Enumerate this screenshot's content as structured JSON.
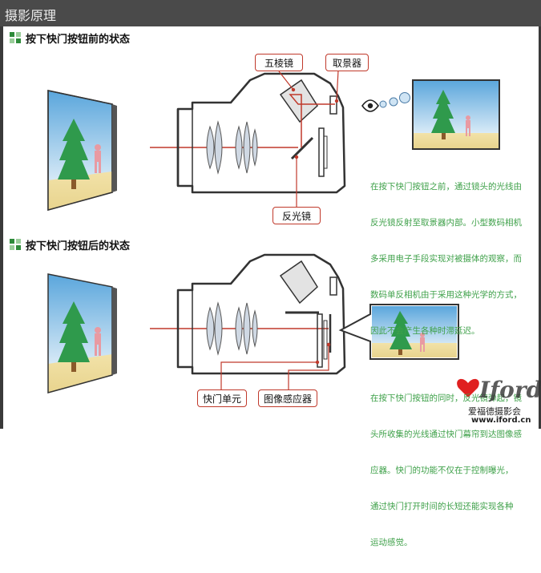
{
  "header": {
    "title": "摄影原理"
  },
  "section_before": {
    "heading": "按下快门按钮前的状态",
    "labels": {
      "pentaprism": "五棱镜",
      "viewfinder": "取景器",
      "reflex_mirror": "反光镜"
    },
    "description": [
      "在按下快门按钮之前，通过镜头的光线由",
      "反光镜反射至取景器内部。小型数码相机",
      "多采用电子手段实现对被摄体的观察，而",
      "数码单反相机由于采用这种光学的方式，",
      "因此不会产生各种时滞延迟。"
    ]
  },
  "section_after": {
    "heading": "按下快门按钮后的状态",
    "labels": {
      "shutter_unit": "快门单元",
      "image_sensor": "图像感应器"
    },
    "description": [
      "在按下快门按钮的同时，反光镜弹起，镜",
      "头所收集的光线通过快门幕帘到达图像感",
      "应器。快门的功能不仅在于控制曝光，",
      "通过快门打开时间的长短还能实现各种",
      "运动感觉。"
    ]
  },
  "watermark": {
    "brand": "Iford",
    "slogan": "爱福德摄影会",
    "url": "www.iford.cn"
  },
  "colors": {
    "accent_red": "#c0392b",
    "text_green": "#3fa14a",
    "icon_green": "#2e8b3a",
    "tree_green": "#2f9a4c",
    "sky_blue": "#7ab8e0"
  }
}
